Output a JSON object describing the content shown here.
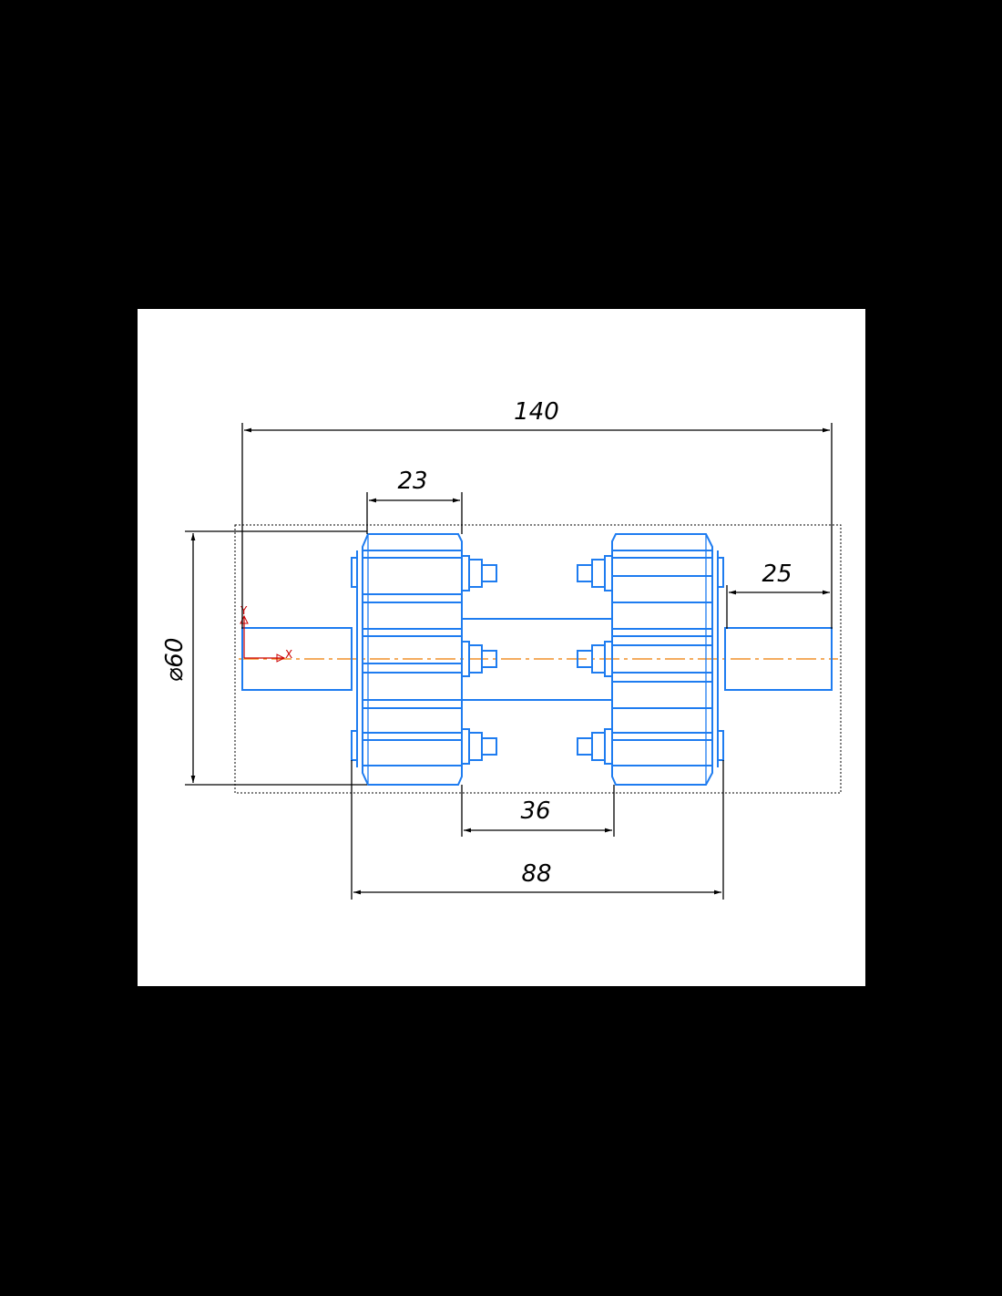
{
  "drawing": {
    "sheet_color": "#ffffff",
    "background_color": "#000000",
    "part_color": "#1e7cf0",
    "centerline_color": "#f0902a",
    "axis_color": "#cc0000"
  },
  "dimensions": {
    "overall_length": "140",
    "wheel_width": "23",
    "shaft_end_length": "25",
    "diameter": "⌀60",
    "wheel_gap": "36",
    "outer_span": "88"
  },
  "axes": {
    "x_label": "X",
    "y_label": "Y"
  }
}
